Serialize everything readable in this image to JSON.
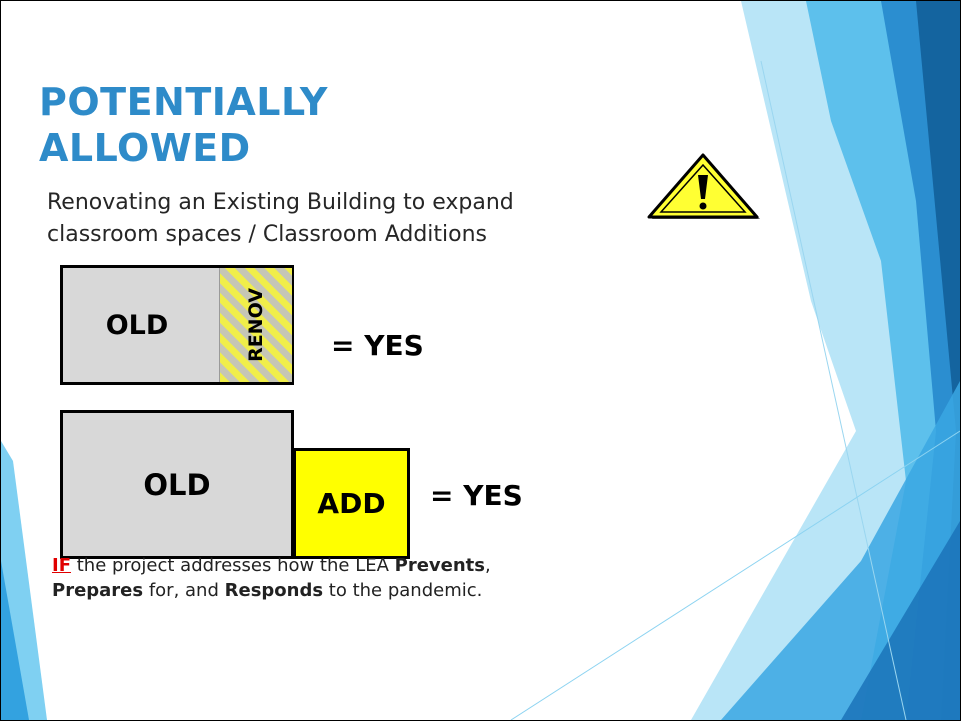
{
  "title_line1": "POTENTIALLY",
  "title_line2": "ALLOWED",
  "subtitle_line1": "Renovating an Existing Building to expand",
  "subtitle_line2": "classroom spaces / Classroom Additions",
  "diagram1": {
    "old_label": "OLD",
    "renov_label": "RENOV",
    "result": "= YES"
  },
  "diagram2": {
    "old_label": "OLD",
    "add_label": "ADD",
    "result": "= YES"
  },
  "note": {
    "if": "IF",
    "part1": " the project addresses how the LEA ",
    "prevents": "Prevents",
    "part2": ",",
    "prepares": "Prepares",
    "part3": " for, and ",
    "responds": "Responds",
    "part4": " to the pandemic."
  },
  "colors": {
    "title": "#2e8bc9",
    "old_fill": "#d8d8d8",
    "add_fill": "#ffff00",
    "if_text": "#e00000"
  },
  "icons": {
    "warning": "warning-triangle-icon"
  }
}
